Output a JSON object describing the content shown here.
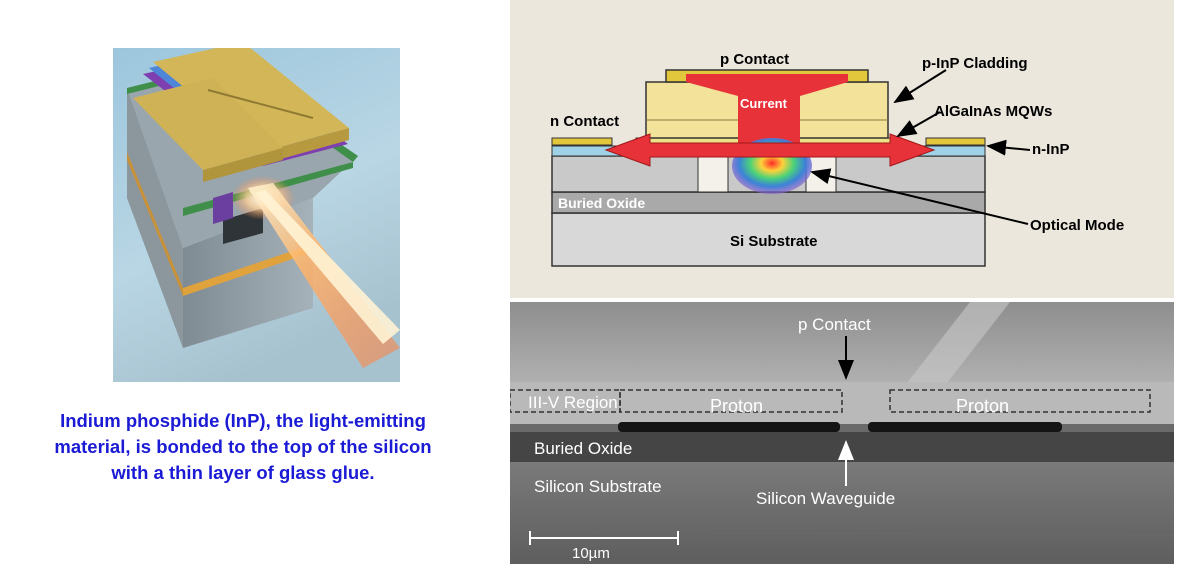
{
  "caption": {
    "line1": "Indium phosphide (InP), the light-emitting",
    "line2": "material, is bonded to the top of the silicon",
    "line3": "with a thin layer of glass glue."
  },
  "schematic": {
    "p_contact": "p Contact",
    "p_inp_cladding": "p-InP Cladding",
    "current": "Current",
    "algainas_mqws": "AlGaInAs MQWs",
    "n_contact": "n Contact",
    "n_inp": "n-InP",
    "buried_oxide": "Buried Oxide",
    "optical_mode": "Optical Mode",
    "si_substrate": "Si Substrate"
  },
  "sem": {
    "p_contact": "p Contact",
    "iii_v_region": "III-V Region",
    "proton_left": "Proton",
    "proton_right": "Proton",
    "buried_oxide": "Buried Oxide",
    "silicon_substrate": "Silicon Substrate",
    "silicon_waveguide": "Silicon Waveguide",
    "scale_bar": "10µm"
  },
  "colors": {
    "caption": "#1b1bd6",
    "current_arrow": "#e8323a",
    "gold_contact": "#c9a94a",
    "cladding": "#f3e39a"
  }
}
